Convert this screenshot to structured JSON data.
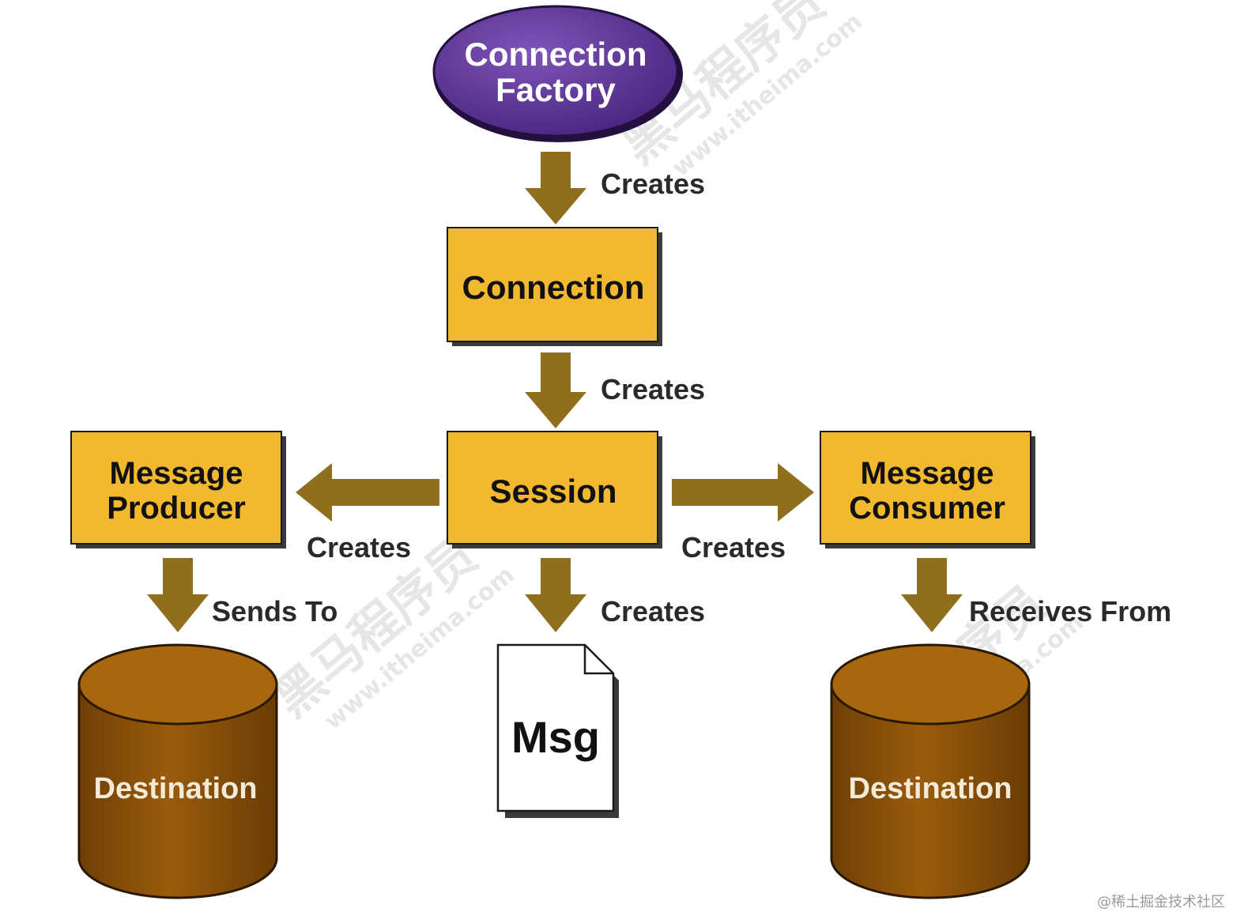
{
  "colors": {
    "box_fill": "#f2b830",
    "box_shadow": "#3a3a3a",
    "arrow": "#8f6e1e",
    "oval_fill": "#5a3190",
    "oval_border": "#241040",
    "db_fill": "#8f5409",
    "db_top": "#b06c10",
    "db_border": "#2a1800"
  },
  "nodes": {
    "connection_factory": {
      "line1": "Connection",
      "line2": "Factory"
    },
    "connection": {
      "label": "Connection"
    },
    "session": {
      "label": "Session"
    },
    "message_producer": {
      "line1": "Message",
      "line2": "Producer"
    },
    "message_consumer": {
      "line1": "Message",
      "line2": "Consumer"
    },
    "destination_left": {
      "label": "Destination"
    },
    "destination_right": {
      "label": "Destination"
    },
    "msg": {
      "label": "Msg"
    }
  },
  "edges": {
    "factory_to_connection": "Creates",
    "connection_to_session": "Creates",
    "session_to_producer": "Creates",
    "session_to_consumer": "Creates",
    "session_to_msg": "Creates",
    "producer_to_destination": "Sends To",
    "consumer_from_destination": "Receives From"
  },
  "watermark": {
    "brand": "黑马程序员",
    "url": "www.itheima.com"
  },
  "credit": "@稀土掘金技术社区"
}
